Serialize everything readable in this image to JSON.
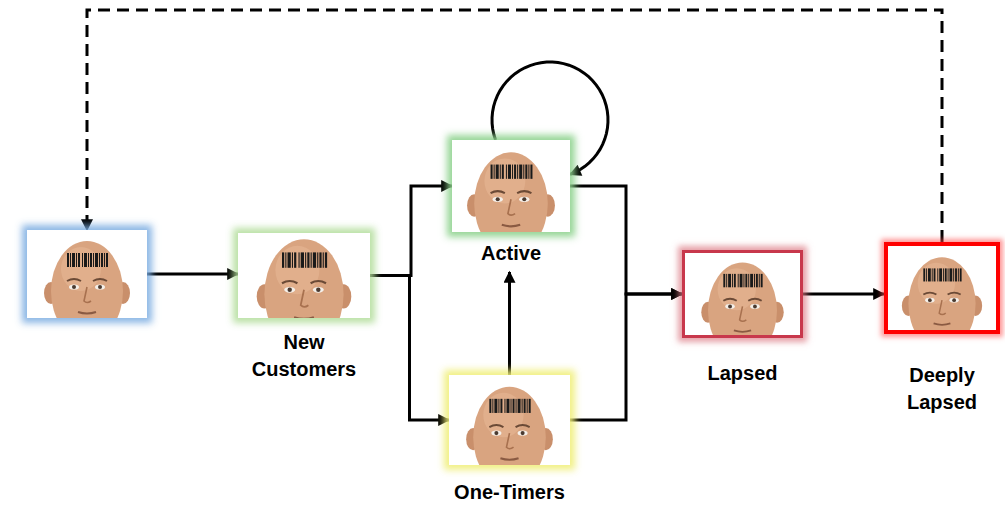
{
  "diagram": {
    "nodes": [
      {
        "text": []
      },
      {
        "text": [
          "New Customers"
        ]
      },
      {
        "text": [
          "Active"
        ]
      },
      {
        "text": [
          "One-Timers"
        ]
      },
      {
        "text": [
          "Lapsed"
        ]
      },
      {
        "text": [
          "Deeply Lapsed"
        ]
      }
    ],
    "edges": [
      {
        "from": 0,
        "to": 1,
        "arrow": "to"
      },
      {
        "from": 1,
        "to": 2,
        "arrow": "to"
      },
      {
        "from": 1,
        "to": 3,
        "arrow": "to"
      },
      {
        "from": 2,
        "to": 2,
        "arrow": "to"
      },
      {
        "from": 3,
        "to": 2,
        "arrow": "to"
      },
      {
        "from": 2,
        "to": 4,
        "arrow": "to"
      },
      {
        "from": 3,
        "to": 4,
        "arrow": "to"
      },
      {
        "from": 4,
        "to": 5,
        "arrow": "to"
      },
      {
        "from": 5,
        "to": 0,
        "arrow": "to"
      }
    ]
  }
}
